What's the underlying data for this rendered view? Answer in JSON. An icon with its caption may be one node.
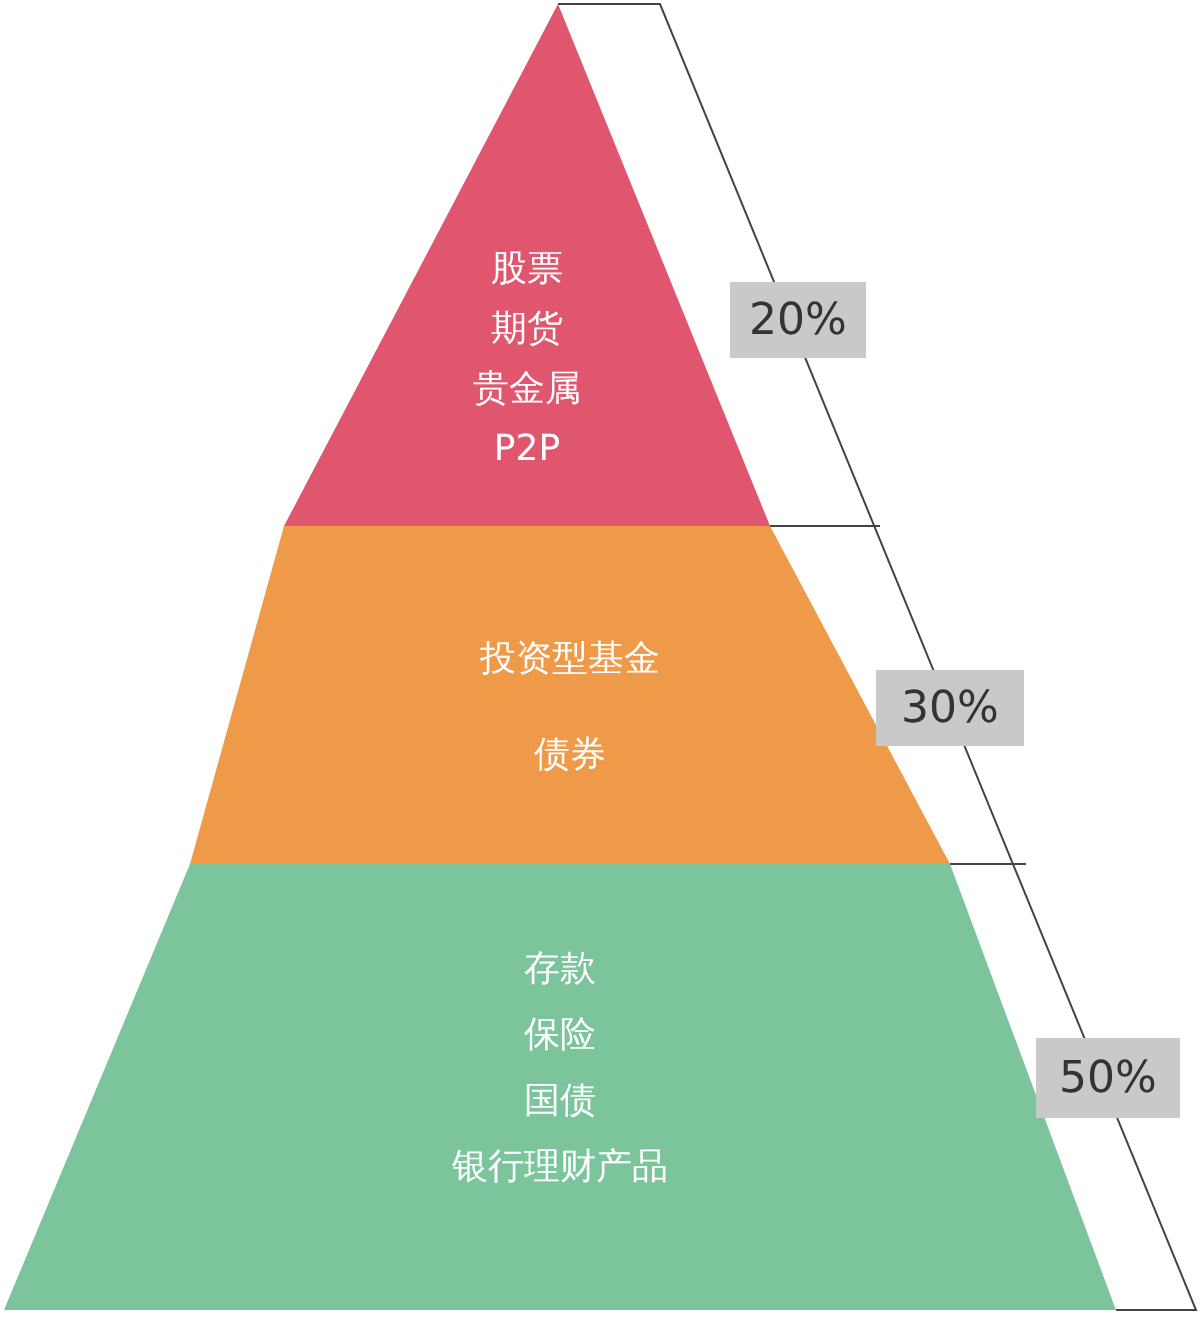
{
  "diagram": {
    "nodes": [
      {
        "text": [
          "股票",
          "期货",
          "贵金属",
          "P2P"
        ]
      },
      {
        "text": [
          "投资型基金",
          "债券"
        ]
      },
      {
        "text": [
          "存款",
          "保险",
          "国债",
          "银行理财产品"
        ]
      },
      {
        "text": [
          "20%"
        ]
      },
      {
        "text": [
          "30%"
        ]
      },
      {
        "text": [
          "50%"
        ]
      }
    ]
  }
}
